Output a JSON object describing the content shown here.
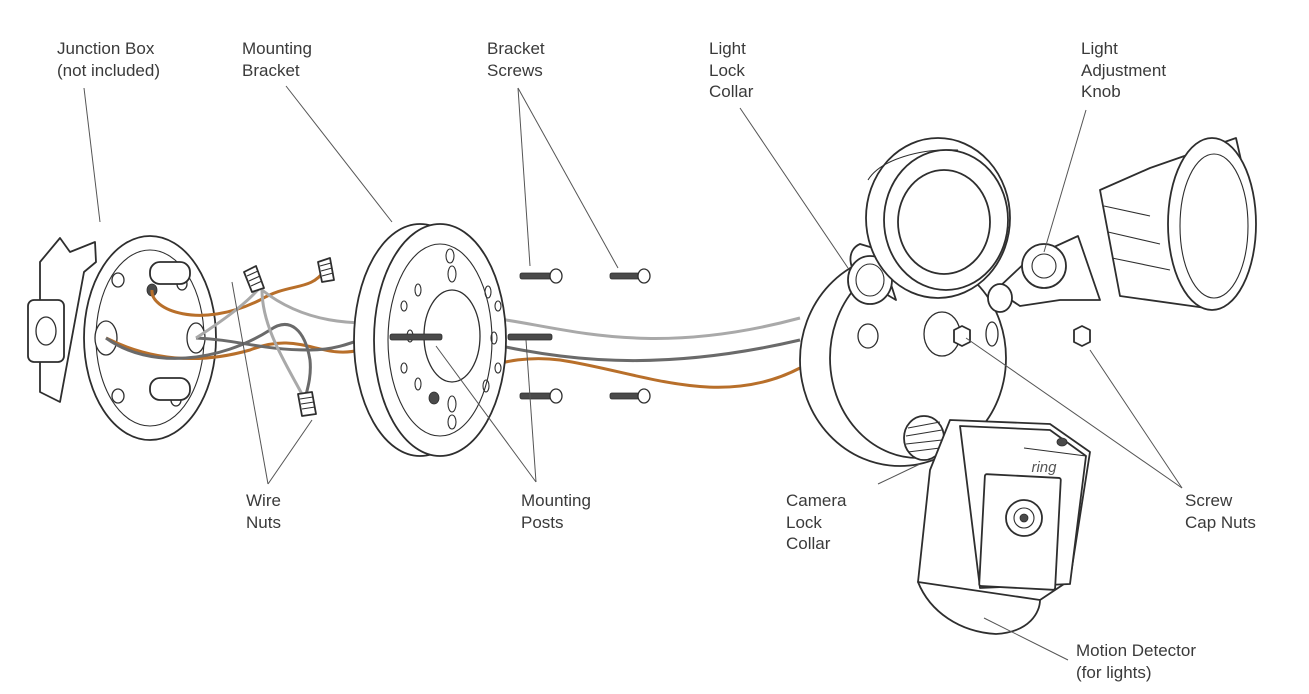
{
  "labels": {
    "junction_box": [
      "Junction Box",
      "(not included)"
    ],
    "mounting_bracket": [
      "Mounting",
      "Bracket"
    ],
    "bracket_screws": [
      "Bracket",
      "Screws"
    ],
    "light_lock_collar": [
      "Light",
      "Lock",
      "Collar"
    ],
    "light_adjustment_knob": [
      "Light",
      "Adjustment",
      "Knob"
    ],
    "wire_nuts": [
      "Wire",
      "Nuts"
    ],
    "mounting_posts": [
      "Mounting",
      "Posts"
    ],
    "camera_lock_collar": [
      "Camera",
      "Lock",
      "Collar"
    ],
    "screw_cap_nuts": [
      "Screw",
      "Cap Nuts"
    ],
    "motion_detector": [
      "Motion Detector",
      "(for lights)"
    ]
  },
  "camera_brand": "ring",
  "colors": {
    "wire_copper": "#b86f2a",
    "wire_black": "#6a6a6a",
    "wire_white": "#a9a9a9",
    "line": "#2e2e2e"
  }
}
